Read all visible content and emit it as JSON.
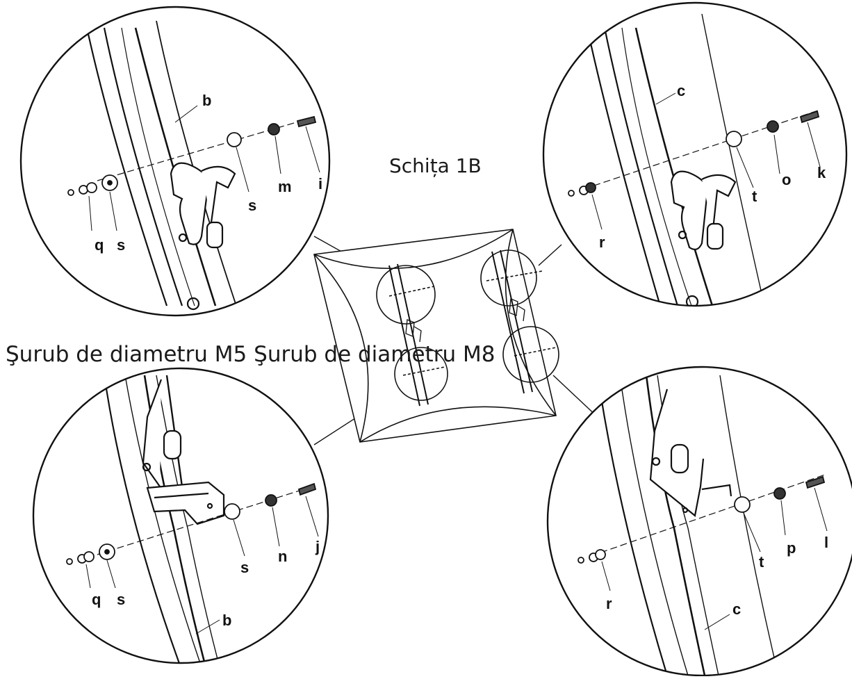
{
  "diagram": {
    "title": "Schița 1B",
    "screw_caption": "Şurub de diametru M5 Şurub de diametru M8"
  },
  "circles": {
    "top_left": {
      "labels": {
        "b": "b",
        "s1": "s",
        "m": "m",
        "i": "i",
        "q": "q",
        "s2": "s"
      }
    },
    "top_right": {
      "labels": {
        "c": "c",
        "t": "t",
        "o": "o",
        "k": "k",
        "r": "r"
      }
    },
    "bottom_left": {
      "labels": {
        "s1": "s",
        "n": "n",
        "j": "j",
        "q": "q",
        "s2": "s",
        "b": "b"
      }
    },
    "bottom_right": {
      "labels": {
        "t": "t",
        "p": "p",
        "l": "l",
        "r": "r",
        "c": "c"
      }
    }
  },
  "colors": {
    "line": "#111111",
    "background": "#ffffff"
  }
}
